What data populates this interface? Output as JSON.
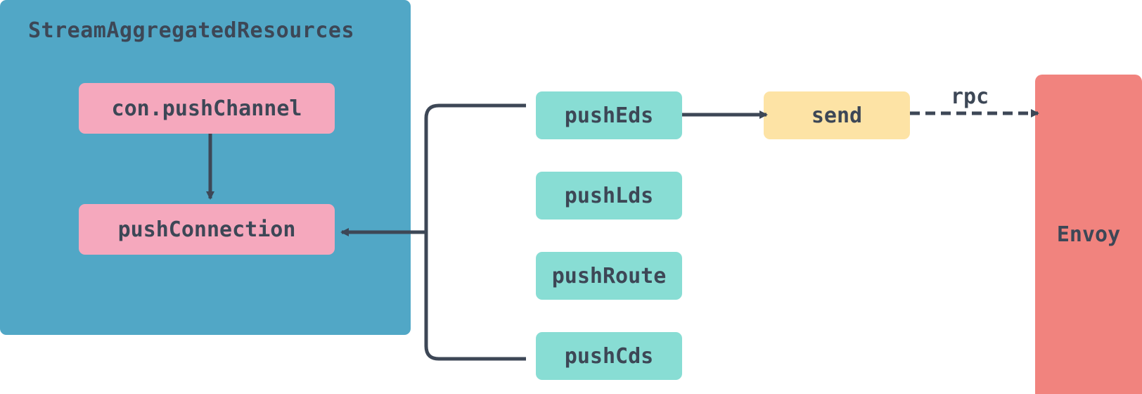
{
  "container": {
    "title": "StreamAggregatedResources",
    "color": "#51a7c6"
  },
  "nodes": {
    "push_channel": "con.pushChannel",
    "push_connection": "pushConnection",
    "push_eds": "pushEds",
    "push_lds": "pushLds",
    "push_route": "pushRoute",
    "push_cds": "pushCds",
    "send": "send",
    "envoy": "Envoy"
  },
  "edges": {
    "rpc_label": "rpc"
  },
  "colors": {
    "text": "#3d4756",
    "pink": "#f5a8bd",
    "teal": "#88ddd4",
    "yellow": "#fde3a5",
    "red": "#f1837e",
    "line": "#3d4756"
  }
}
